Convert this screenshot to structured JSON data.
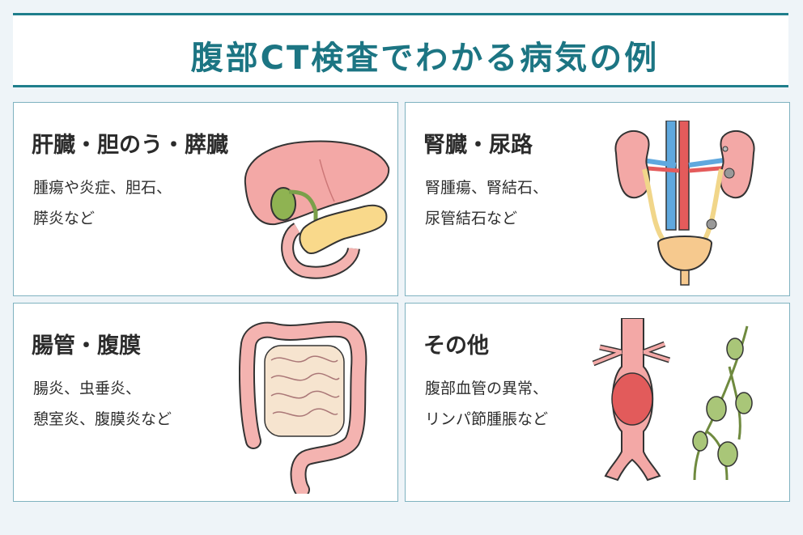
{
  "title": "腹部CT検査でわかる病気の例",
  "cards": [
    {
      "heading": "肝臓・胆のう・膵臓",
      "lines": [
        "腫瘍や炎症、胆石、",
        "膵炎など"
      ]
    },
    {
      "heading": "腎臓・尿路",
      "lines": [
        "腎腫瘍、腎結石、",
        "尿管結石など"
      ]
    },
    {
      "heading": "腸管・腹膜",
      "lines": [
        "腸炎、虫垂炎、",
        "憩室炎、腹膜炎など"
      ]
    },
    {
      "heading": "その他",
      "lines": [
        "腹部血管の異常、",
        "リンパ節腫脹など"
      ]
    }
  ],
  "colors": {
    "accent": "#1f7e8c",
    "organ_pink": "#f3a8a6",
    "organ_yellow": "#f9d98b"
  },
  "icons": [
    "liver-gallbladder-pancreas-icon",
    "kidney-urinary-tract-icon",
    "intestine-icon",
    "aorta-lymph-node-icon"
  ]
}
